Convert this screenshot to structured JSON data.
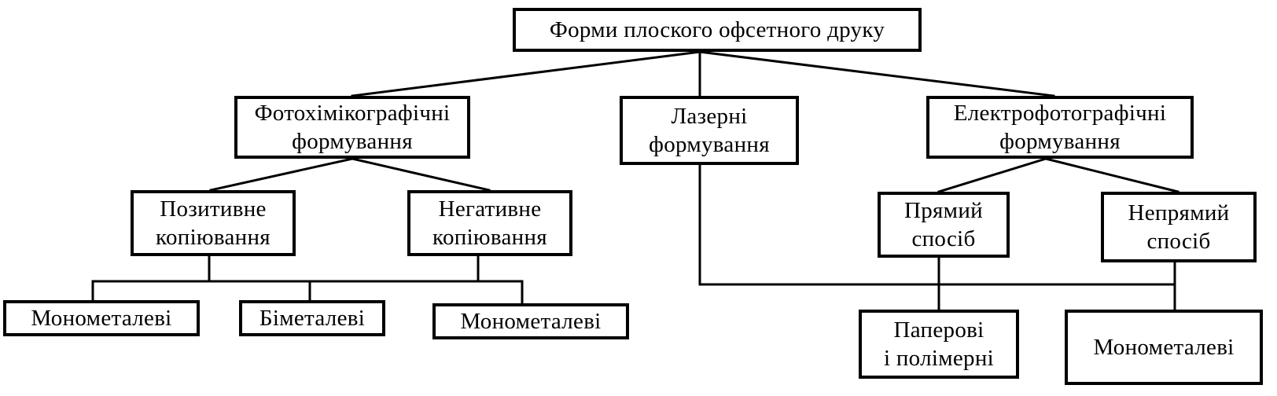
{
  "diagram": {
    "root": {
      "lines": [
        "Форми плоского офсетного друку"
      ]
    },
    "level1": {
      "photochemical": {
        "lines": [
          "Фотохімікографічні",
          "формування"
        ]
      },
      "laser": {
        "lines": [
          "Лазерні",
          "формування"
        ]
      },
      "electrophoto": {
        "lines": [
          "Електрофотографічні",
          "формування"
        ]
      }
    },
    "level2": {
      "positive": {
        "lines": [
          "Позитивне",
          "копіювання"
        ]
      },
      "negative": {
        "lines": [
          "Негативне",
          "копіювання"
        ]
      },
      "direct": {
        "lines": [
          "Прямий",
          "спосіб"
        ]
      },
      "indirect": {
        "lines": [
          "Непрямий",
          "спосіб"
        ]
      }
    },
    "level3": {
      "monometal_1": {
        "lines": [
          "Монометалеві"
        ]
      },
      "bimetal": {
        "lines": [
          "Біметалеві"
        ]
      },
      "monometal_2": {
        "lines": [
          "Монометалеві"
        ]
      },
      "paper_polymer": {
        "lines": [
          "Паперові",
          "і полімерні"
        ]
      },
      "monometal_3": {
        "lines": [
          "Монометалеві"
        ]
      }
    }
  },
  "colors": {
    "line": "#000000",
    "box_border": "#000000",
    "background": "#ffffff",
    "text": "#000000"
  }
}
